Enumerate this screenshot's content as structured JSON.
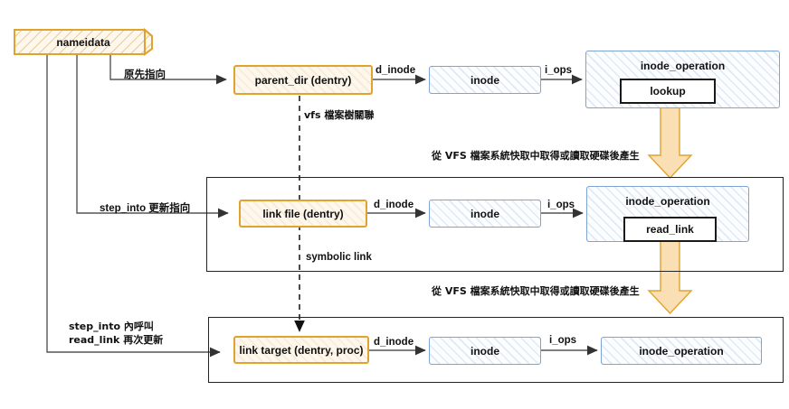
{
  "diagram": {
    "title": "VFS pathname lookup / symbolic link resolution",
    "colors": {
      "entity_orange_border": "#e0a32e",
      "entity_orange_fill": "#fdf7ee",
      "entity_blue_border": "#7fa3d4",
      "entity_blue_fill": "#fbfdff",
      "big_arrow_fill": "#fbdfb4",
      "big_arrow_stroke": "#e0a32e",
      "connector": "#555555",
      "frame": "#222222"
    }
  },
  "nodes": {
    "nameidata": "nameidata",
    "parent_dir": "parent_dir (dentry)",
    "link_file": "link file (dentry)",
    "link_target": "link target (dentry, proc)",
    "inode_top": "inode",
    "inode_mid": "inode",
    "inode_bottom": "inode",
    "inode_operation_top": "inode_operation",
    "inode_operation_mid": "inode_operation",
    "inode_operation_bottom": "inode_operation",
    "method_lookup": "lookup",
    "method_read_link": "read_link"
  },
  "edge_labels": {
    "original_point": "原先指向",
    "step_into_update": "step_into 更新指向",
    "step_into_call": "step_into 內呼叫\nread_link 再次更新",
    "d_inode_top": "d_inode",
    "d_inode_mid": "d_inode",
    "d_inode_bottom": "d_inode",
    "i_ops_top": "i_ops",
    "i_ops_mid": "i_ops",
    "i_ops_bottom": "i_ops"
  },
  "annotations": {
    "vfs_tree_relation": "vfs 檔案樹關聯",
    "symbolic_link": "symbolic link",
    "generated_from_cache_1": "從 VFS 檔案系統快取中取得或讀取硬碟後產生",
    "generated_from_cache_2": "從 VFS 檔案系統快取中取得或讀取硬碟後產生"
  }
}
